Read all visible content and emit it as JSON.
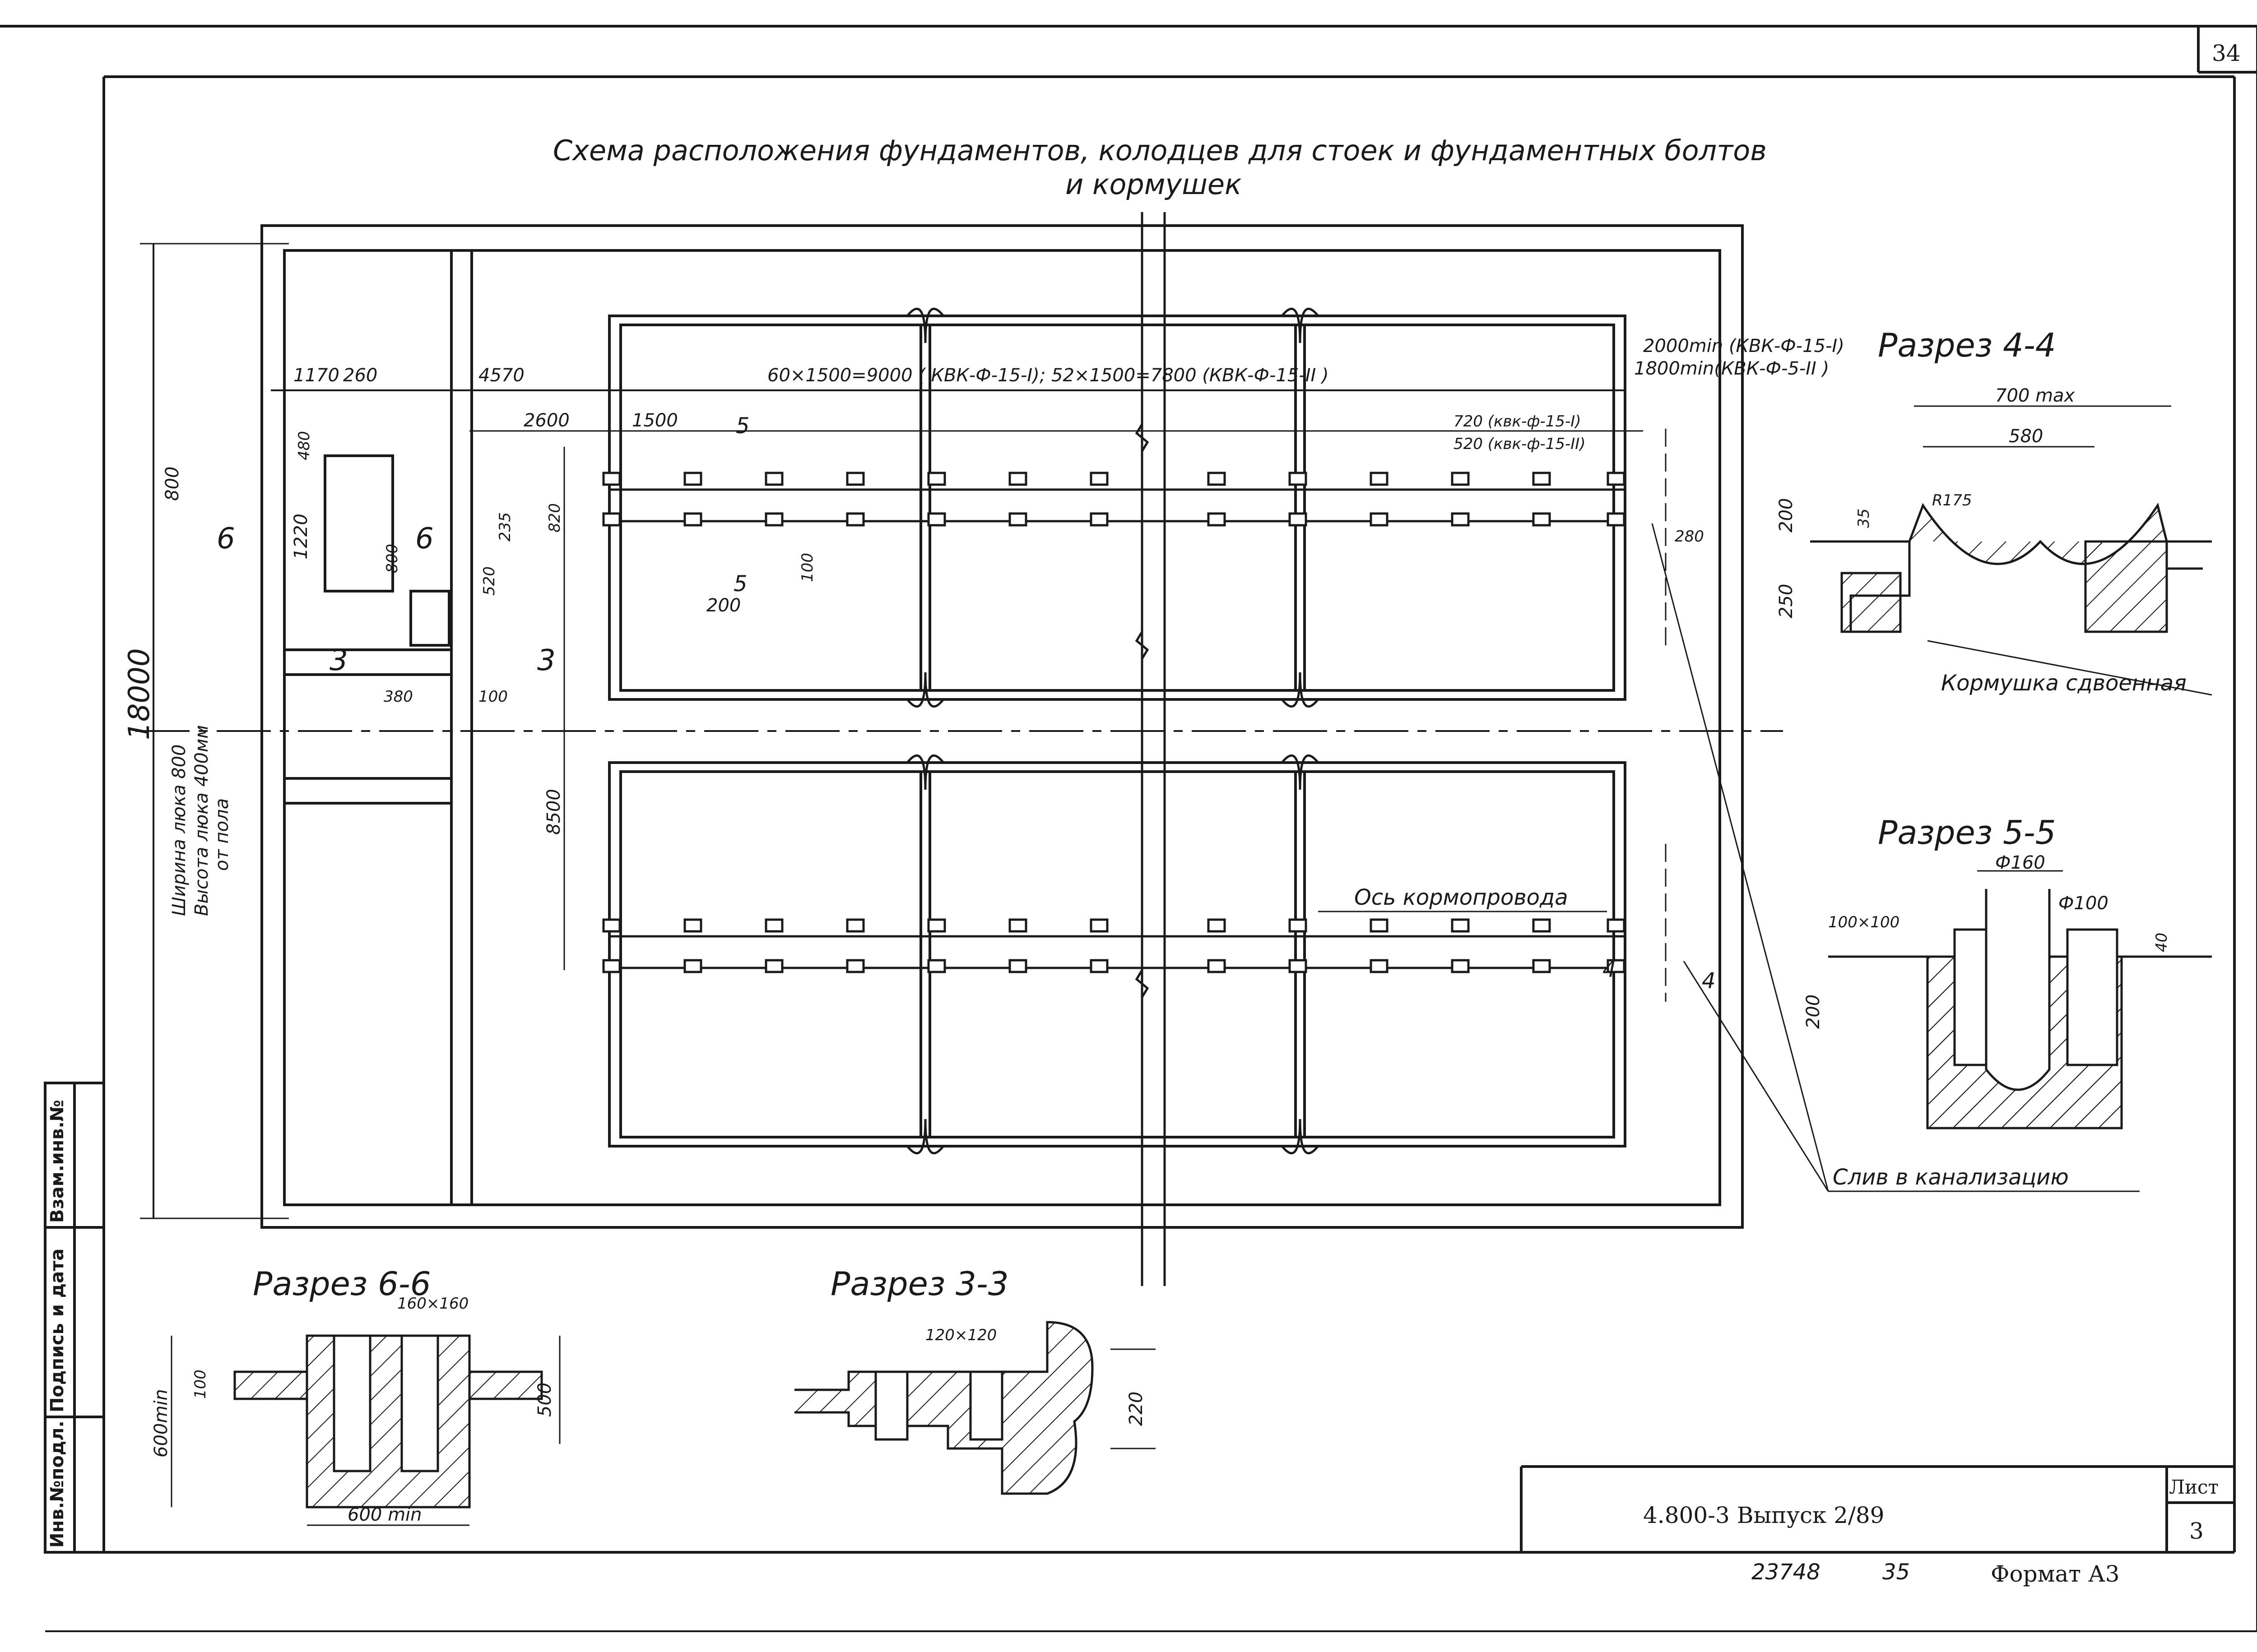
{
  "sheet": {
    "page_number": "34",
    "title_line1": "Схема  расположения   фундаментов, колодцев для стоек и фундаментных болтов",
    "title_line2": "и  кормушек"
  },
  "plan": {
    "overall_height": "18000",
    "hatch_width_label": "Ширина люка  800",
    "hatch_height_label": "Высота люка 400мм",
    "hatch_height_label2": "от пола",
    "dim_1170": "1170",
    "dim_260": "260",
    "dim_4570": "4570",
    "dim_main": "60×1500=9000 ( КВК-Ф-15-I);  52×1500=7800 (КВК-Ф-15-II )",
    "dim_2000_min": "2000min (КВК-Ф-15-I)",
    "dim_1800_min": "1800min(КВК-Ф-5-II )",
    "dim_720": "720 (квк-ф-15-I)",
    "dim_520_k": "520 (квк-ф-15-II)",
    "dim_2600": "2600",
    "dim_1500": "1500",
    "dim_800_a": "800",
    "dim_480": "480",
    "dim_1220": "1220",
    "dim_800_b": "800",
    "dim_520": "520",
    "dim_235": "235",
    "dim_820": "820",
    "dim_100_a": "100",
    "dim_200": "200",
    "dim_280": "280",
    "dim_380": "380",
    "dim_100_b": "100",
    "dim_8500": "8500",
    "cut_6": "6",
    "cut_3": "3",
    "cut_5": "5",
    "cut_4": "4",
    "axis_label": "Ось кормопровода",
    "drain_label": "Слив в канализацию"
  },
  "section_4_4": {
    "title": "Разрез 4-4",
    "dim_700": "700 max",
    "dim_580": "580",
    "dim_200": "200",
    "dim_35": "35",
    "dim_250": "250",
    "dim_r": "R175",
    "caption": "Кормушка сдвоенная"
  },
  "section_5_5": {
    "title": "Разрез 5-5",
    "dim_160": "Ф160",
    "dim_100": "Ф100",
    "dim_100x100": "100×100",
    "dim_40": "40",
    "dim_200": "200"
  },
  "section_6_6": {
    "title": "Разрез 6-6",
    "dim_160x160": "160×160",
    "dim_600min": "600min",
    "dim_100": "100",
    "dim_500": "500",
    "dim_600_bottom": "600 min"
  },
  "section_3_3": {
    "title": "Разрез 3-3",
    "dim_120x120": "120×120",
    "dim_220": "220"
  },
  "stamp": {
    "doc_code": "4.800-3  Выпуск 2/89",
    "sheet_label": "Лист",
    "sheet_number": "3",
    "inv_number": "23748",
    "copy_number": "35",
    "format": "Формат А3"
  },
  "side_stamp": {
    "inv_orig": "Инв.№подл.",
    "signature_date": "Подпись и дата",
    "replace_inv": "Взам.инв.№"
  },
  "colors": {
    "ink": "#1a1a1a",
    "paper": "#ffffff"
  }
}
